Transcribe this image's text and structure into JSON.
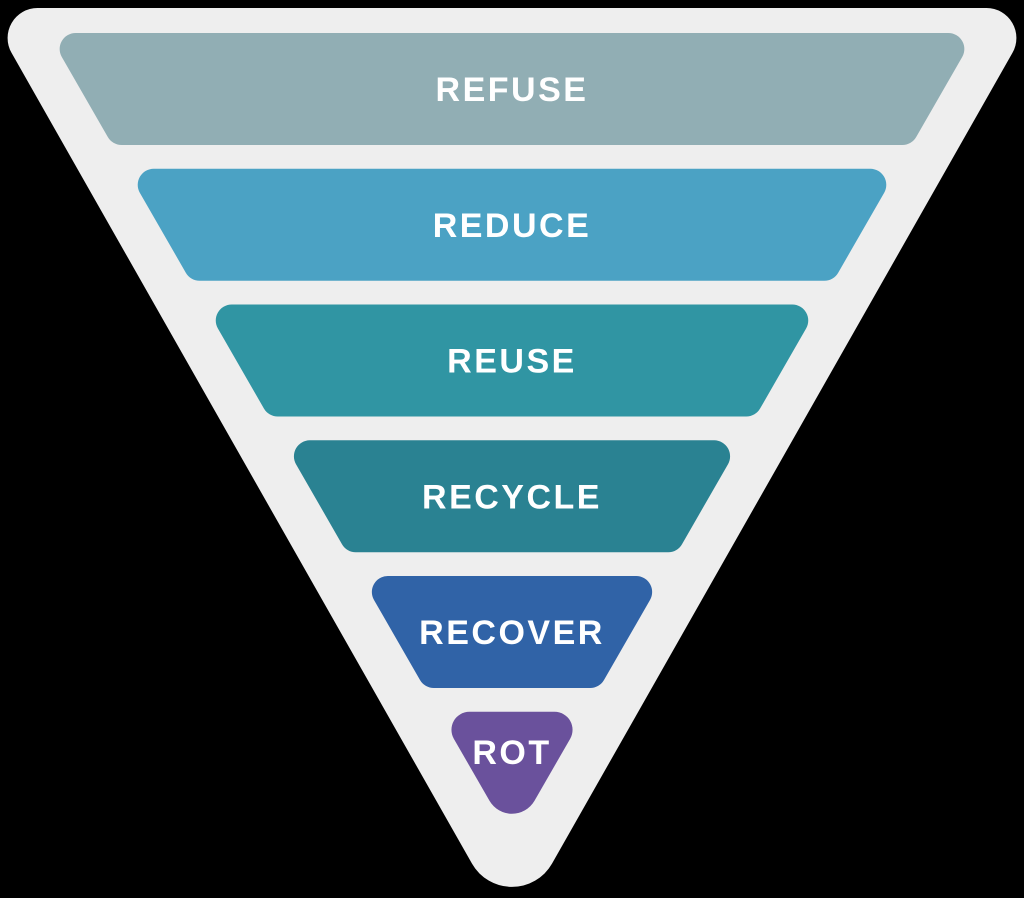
{
  "diagram": {
    "name": "6 Rs inverted pyramid (zero-waste hierarchy funnel)",
    "type": "funnel",
    "background_color": "#000000",
    "outline_color": "#EEEEEE",
    "label_color": "#FFFFFF",
    "levels": [
      {
        "label": "REFUSE",
        "color": "#91AEB4"
      },
      {
        "label": "REDUCE",
        "color": "#4BA2C4"
      },
      {
        "label": "REUSE",
        "color": "#3095A3"
      },
      {
        "label": "RECYCLE",
        "color": "#2A8292"
      },
      {
        "label": "RECOVER",
        "color": "#3063A7"
      },
      {
        "label": "ROT",
        "color": "#6A519C"
      }
    ]
  }
}
